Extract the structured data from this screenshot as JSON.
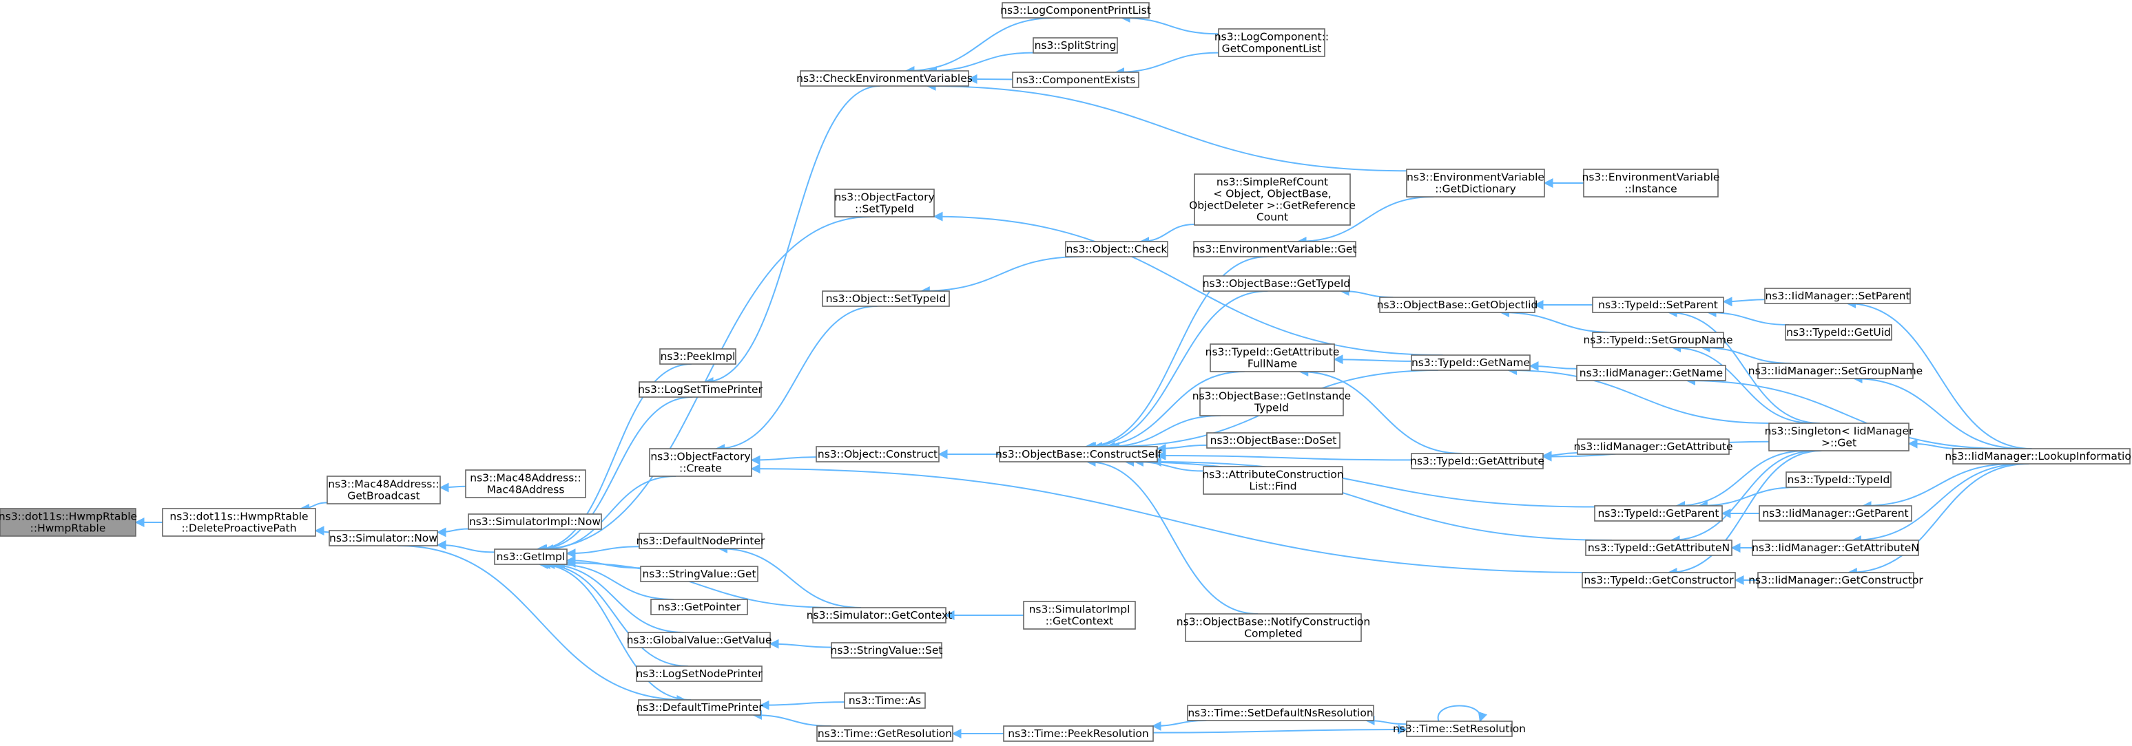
{
  "colors": {
    "edge": "#63b8ff",
    "node_border": "#666666",
    "root_fill": "#999999",
    "node_fill": "#ffffff",
    "background": "#ffffff"
  },
  "nodes": [
    {
      "id": "root",
      "lines": [
        "ns3::dot11s::HwmpRtable",
        "::HwmpRtable"
      ],
      "root": true
    },
    {
      "id": "dpp",
      "lines": [
        "ns3::dot11s::HwmpRtable",
        "::DeleteProactivePath"
      ]
    },
    {
      "id": "macgb",
      "lines": [
        "ns3::Mac48Address::",
        "GetBroadcast"
      ]
    },
    {
      "id": "macctor",
      "lines": [
        "ns3::Mac48Address::",
        "Mac48Address"
      ]
    },
    {
      "id": "simnow",
      "lines": [
        "ns3::Simulator::Now"
      ]
    },
    {
      "id": "simimplnow",
      "lines": [
        "ns3::SimulatorImpl::Now"
      ]
    },
    {
      "id": "getimpl",
      "lines": [
        "ns3::GetImpl"
      ]
    },
    {
      "id": "peekimpl",
      "lines": [
        "ns3::PeekImpl"
      ]
    },
    {
      "id": "logsettp",
      "lines": [
        "ns3::LogSetTimePrinter"
      ]
    },
    {
      "id": "checkenv",
      "lines": [
        "ns3::CheckEnvironmentVariables"
      ]
    },
    {
      "id": "logcpl",
      "lines": [
        "ns3::LogComponentPrintList"
      ]
    },
    {
      "id": "splitstr",
      "lines": [
        "ns3::SplitString"
      ]
    },
    {
      "id": "compexists",
      "lines": [
        "ns3::ComponentExists"
      ]
    },
    {
      "id": "lcgcl",
      "lines": [
        "ns3::LogComponent::",
        "GetComponentList"
      ]
    },
    {
      "id": "ofsettid",
      "lines": [
        "ns3::ObjectFactory",
        "::SetTypeId"
      ]
    },
    {
      "id": "objsettid",
      "lines": [
        "ns3::Object::SetTypeId"
      ]
    },
    {
      "id": "objcheck",
      "lines": [
        "ns3::Object::Check"
      ]
    },
    {
      "id": "srcgrc",
      "lines": [
        "ns3::SimpleRefCount",
        "< Object, ObjectBase,",
        " ObjectDeleter >::GetReference",
        "Count"
      ]
    },
    {
      "id": "evgetdict",
      "lines": [
        "ns3::EnvironmentVariable",
        "::GetDictionary"
      ]
    },
    {
      "id": "evinstance",
      "lines": [
        "ns3::EnvironmentVariable",
        "::Instance"
      ]
    },
    {
      "id": "evget",
      "lines": [
        "ns3::EnvironmentVariable::Get"
      ]
    },
    {
      "id": "obgettid",
      "lines": [
        "ns3::ObjectBase::GetTypeId"
      ]
    },
    {
      "id": "obgetoiid",
      "lines": [
        "ns3::ObjectBase::GetObjectIid"
      ]
    },
    {
      "id": "tidsetparent",
      "lines": [
        "ns3::TypeId::SetParent"
      ]
    },
    {
      "id": "iidsetparent",
      "lines": [
        "ns3::IidManager::SetParent"
      ]
    },
    {
      "id": "tidgetuid",
      "lines": [
        "ns3::TypeId::GetUid"
      ]
    },
    {
      "id": "tidsetgn",
      "lines": [
        "ns3::TypeId::SetGroupName"
      ]
    },
    {
      "id": "iidsetgn",
      "lines": [
        "ns3::IidManager::SetGroupName"
      ]
    },
    {
      "id": "tidgetattrfn",
      "lines": [
        "ns3::TypeId::GetAttribute",
        "FullName"
      ]
    },
    {
      "id": "tidgetname",
      "lines": [
        "ns3::TypeId::GetName"
      ]
    },
    {
      "id": "iidgetname",
      "lines": [
        "ns3::IidManager::GetName"
      ]
    },
    {
      "id": "obgetinsttid",
      "lines": [
        "ns3::ObjectBase::GetInstance",
        "TypeId"
      ]
    },
    {
      "id": "obdoset",
      "lines": [
        "ns3::ObjectBase::DoSet"
      ]
    },
    {
      "id": "aclfind",
      "lines": [
        "ns3::AttributeConstruction",
        "List::Find"
      ]
    },
    {
      "id": "ofcreate",
      "lines": [
        "ns3::ObjectFactory",
        "::Create"
      ]
    },
    {
      "id": "objconstruct",
      "lines": [
        "ns3::Object::Construct"
      ]
    },
    {
      "id": "obconstructself",
      "lines": [
        "ns3::ObjectBase::ConstructSelf"
      ]
    },
    {
      "id": "tidgetattr",
      "lines": [
        "ns3::TypeId::GetAttribute"
      ]
    },
    {
      "id": "iidgetattr",
      "lines": [
        "ns3::IidManager::GetAttribute"
      ]
    },
    {
      "id": "singletonget",
      "lines": [
        "ns3::Singleton< IidManager",
        " >::Get"
      ]
    },
    {
      "id": "lookupinfo",
      "lines": [
        "ns3::IidManager::LookupInformation"
      ]
    },
    {
      "id": "tidtid",
      "lines": [
        "ns3::TypeId::TypeId"
      ]
    },
    {
      "id": "tidgetparent",
      "lines": [
        "ns3::TypeId::GetParent"
      ]
    },
    {
      "id": "iidgetparent",
      "lines": [
        "ns3::IidManager::GetParent"
      ]
    },
    {
      "id": "tidgetattrn",
      "lines": [
        "ns3::TypeId::GetAttributeN"
      ]
    },
    {
      "id": "iidgetattrn",
      "lines": [
        "ns3::IidManager::GetAttributeN"
      ]
    },
    {
      "id": "tidgetctor",
      "lines": [
        "ns3::TypeId::GetConstructor"
      ]
    },
    {
      "id": "iidgetctor",
      "lines": [
        "ns3::IidManager::GetConstructor"
      ]
    },
    {
      "id": "defnodeprinter",
      "lines": [
        "ns3::DefaultNodePrinter"
      ]
    },
    {
      "id": "stringvalueget",
      "lines": [
        "ns3::StringValue::Get"
      ]
    },
    {
      "id": "getpointer",
      "lines": [
        "ns3::GetPointer"
      ]
    },
    {
      "id": "simgetctx",
      "lines": [
        "ns3::Simulator::GetContext"
      ]
    },
    {
      "id": "simimplgetctx",
      "lines": [
        "ns3::SimulatorImpl",
        "::GetContext"
      ]
    },
    {
      "id": "gvgetvalue",
      "lines": [
        "ns3::GlobalValue::GetValue"
      ]
    },
    {
      "id": "stringvalueset",
      "lines": [
        "ns3::StringValue::Set"
      ]
    },
    {
      "id": "obnotify",
      "lines": [
        "ns3::ObjectBase::NotifyConstruction",
        "Completed"
      ]
    },
    {
      "id": "logsetnp",
      "lines": [
        "ns3::LogSetNodePrinter"
      ]
    },
    {
      "id": "deftimeprinter",
      "lines": [
        "ns3::DefaultTimePrinter"
      ]
    },
    {
      "id": "timeas",
      "lines": [
        "ns3::Time::As"
      ]
    },
    {
      "id": "timegetres",
      "lines": [
        "ns3::Time::GetResolution"
      ]
    },
    {
      "id": "timepeekres",
      "lines": [
        "ns3::Time::PeekResolution"
      ]
    },
    {
      "id": "timesetdefns",
      "lines": [
        "ns3::Time::SetDefaultNsResolution"
      ]
    },
    {
      "id": "timesetres",
      "lines": [
        "ns3::Time::SetResolution"
      ]
    }
  ],
  "edges": [
    [
      "dpp",
      "root"
    ],
    [
      "macgb",
      "dpp"
    ],
    [
      "simnow",
      "dpp"
    ],
    [
      "macctor",
      "macgb"
    ],
    [
      "simimplnow",
      "simnow"
    ],
    [
      "getimpl",
      "simnow"
    ],
    [
      "simnow",
      "deftimeprinter"
    ],
    [
      "peekimpl",
      "getimpl"
    ],
    [
      "logsettp",
      "getimpl"
    ],
    [
      "ofcreate",
      "getimpl"
    ],
    [
      "defnodeprinter",
      "getimpl"
    ],
    [
      "stringvalueget",
      "getimpl"
    ],
    [
      "getpointer",
      "getimpl"
    ],
    [
      "gvgetvalue",
      "getimpl"
    ],
    [
      "logsetnp",
      "getimpl"
    ],
    [
      "deftimeprinter",
      "getimpl"
    ],
    [
      "checkenv",
      "logsettp"
    ],
    [
      "ofsettid",
      "getimpl"
    ],
    [
      "simgetctx",
      "getimpl"
    ],
    [
      "logcpl",
      "checkenv"
    ],
    [
      "splitstr",
      "checkenv"
    ],
    [
      "compexists",
      "checkenv"
    ],
    [
      "evgetdict",
      "checkenv"
    ],
    [
      "lcgcl",
      "logcpl"
    ],
    [
      "lcgcl",
      "compexists"
    ],
    [
      "tidgetname",
      "ofsettid"
    ],
    [
      "objsettid",
      "ofcreate"
    ],
    [
      "objcheck",
      "objsettid"
    ],
    [
      "srcgrc",
      "objcheck"
    ],
    [
      "evinstance",
      "evgetdict"
    ],
    [
      "evgetdict",
      "evget"
    ],
    [
      "evget",
      "obconstructself"
    ],
    [
      "obgettid",
      "obconstructself"
    ],
    [
      "tidgetattrfn",
      "obconstructself"
    ],
    [
      "tidgetname",
      "obconstructself"
    ],
    [
      "obgetinsttid",
      "obconstructself"
    ],
    [
      "obdoset",
      "obconstructself"
    ],
    [
      "aclfind",
      "obconstructself"
    ],
    [
      "tidgetattr",
      "obconstructself"
    ],
    [
      "tidgetparent",
      "obconstructself"
    ],
    [
      "tidgetattrn",
      "obconstructself"
    ],
    [
      "obnotify",
      "obconstructself"
    ],
    [
      "obgetoiid",
      "obgettid"
    ],
    [
      "tidsetparent",
      "obgetoiid"
    ],
    [
      "tidsetgn",
      "obgetoiid"
    ],
    [
      "iidsetparent",
      "tidsetparent"
    ],
    [
      "tidgetuid",
      "tidsetparent"
    ],
    [
      "singletonget",
      "tidsetparent"
    ],
    [
      "iidsetgn",
      "tidsetgn"
    ],
    [
      "singletonget",
      "tidsetgn"
    ],
    [
      "lookupinfo",
      "iidsetparent"
    ],
    [
      "lookupinfo",
      "iidsetgn"
    ],
    [
      "tidgetname",
      "tidgetattrfn"
    ],
    [
      "tidgetattr",
      "tidgetattrfn"
    ],
    [
      "iidgetname",
      "tidgetname"
    ],
    [
      "singletonget",
      "tidgetname"
    ],
    [
      "lookupinfo",
      "iidgetname"
    ],
    [
      "objconstruct",
      "ofcreate"
    ],
    [
      "obconstructself",
      "objconstruct"
    ],
    [
      "tidgetctor",
      "ofcreate"
    ],
    [
      "iidgetattr",
      "tidgetattr"
    ],
    [
      "singletonget",
      "tidgetattr"
    ],
    [
      "tidtid",
      "tidgetparent"
    ],
    [
      "singletonget",
      "tidgetparent"
    ],
    [
      "iidgetparent",
      "tidgetparent"
    ],
    [
      "lookupinfo",
      "iidgetparent"
    ],
    [
      "iidgetattrn",
      "tidgetattrn"
    ],
    [
      "singletonget",
      "tidgetattrn"
    ],
    [
      "lookupinfo",
      "iidgetattrn"
    ],
    [
      "iidgetctor",
      "tidgetctor"
    ],
    [
      "singletonget",
      "tidgetctor"
    ],
    [
      "lookupinfo",
      "iidgetctor"
    ],
    [
      "simgetctx",
      "defnodeprinter"
    ],
    [
      "simimplgetctx",
      "simgetctx"
    ],
    [
      "stringvalueset",
      "gvgetvalue"
    ],
    [
      "timeas",
      "deftimeprinter"
    ],
    [
      "timegetres",
      "deftimeprinter"
    ],
    [
      "timepeekres",
      "timegetres"
    ],
    [
      "timesetdefns",
      "timepeekres"
    ],
    [
      "timesetres",
      "timesetdefns"
    ],
    [
      "timepeekres",
      "timesetres"
    ],
    [
      "timesetres",
      "timesetres"
    ],
    [
      "lookupinfo",
      "singletonget"
    ]
  ]
}
